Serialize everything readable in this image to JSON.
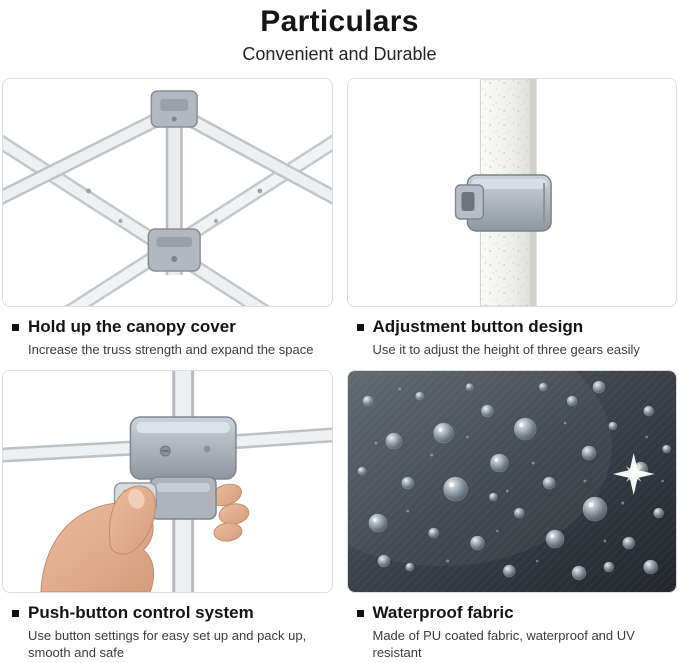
{
  "header": {
    "title": "Particulars",
    "subtitle": "Convenient and Durable"
  },
  "features": [
    {
      "id": "hold-up-canopy-cover",
      "heading": "Hold up the canopy cover",
      "description": "Increase the truss strength and expand the space",
      "image": "truss-structure-photo"
    },
    {
      "id": "adjustment-button-design",
      "heading": "Adjustment button design",
      "description": "Use it to adjust the height of three gears easily",
      "image": "height-adjustment-button-photo"
    },
    {
      "id": "push-button-control-system",
      "heading": "Push-button control system",
      "description": "Use button settings for easy set up and pack up, smooth and safe",
      "image": "push-button-mechanism-photo"
    },
    {
      "id": "waterproof-fabric",
      "heading": "Waterproof fabric",
      "description": "Made of PU coated fabric, waterproof and UV resistant",
      "image": "waterproof-fabric-photo"
    }
  ],
  "icons": {
    "bullet": "black-square"
  },
  "colors": {
    "title_text": "#151515",
    "body_text": "#3c3c3c",
    "frame_border": "#dcdcdc",
    "plastic_gray": "#aab1b9",
    "fabric_dark": "#2b3036"
  }
}
